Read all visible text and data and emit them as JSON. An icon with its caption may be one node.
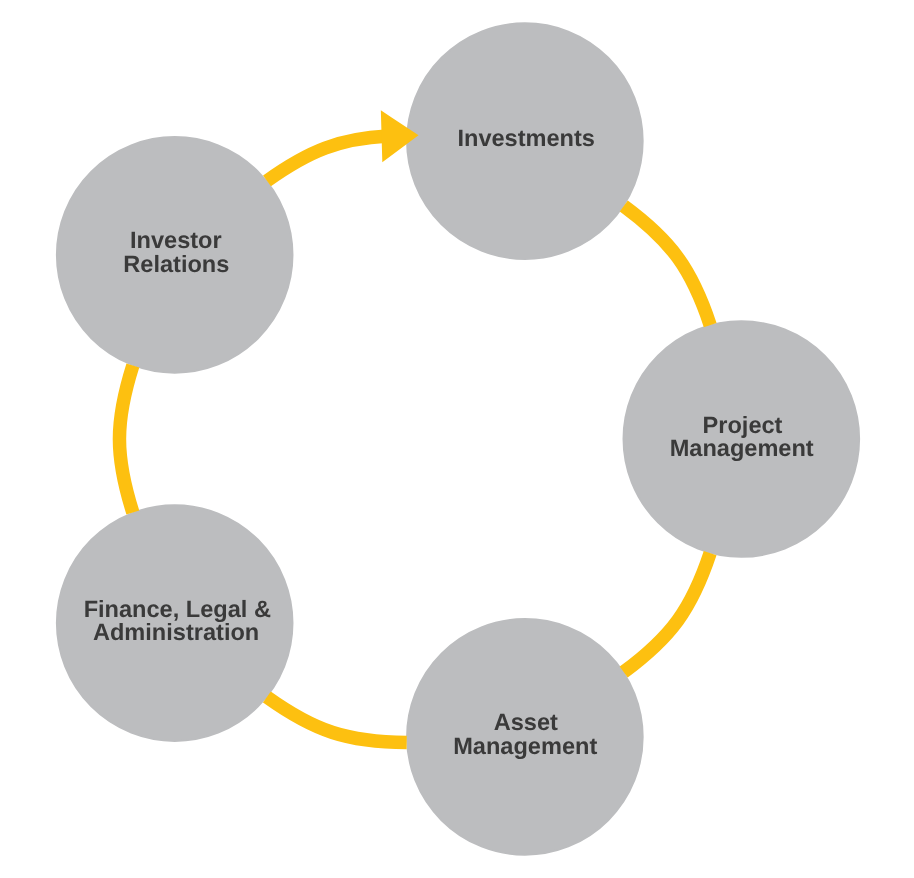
{
  "diagram": {
    "nodes": [
      {
        "text": [
          "Investments"
        ]
      },
      {
        "text": [
          "Project Management"
        ]
      },
      {
        "text": [
          "Asset Management"
        ]
      },
      {
        "text": [
          "Finance, Legal & Administration"
        ]
      },
      {
        "text": [
          "Investor Relations"
        ]
      }
    ],
    "edges": [
      {
        "from": 0,
        "to": 1,
        "arrow": "none"
      },
      {
        "from": 1,
        "to": 2,
        "arrow": "none"
      },
      {
        "from": 2,
        "to": 3,
        "arrow": "none"
      },
      {
        "from": 3,
        "to": 4,
        "arrow": "none"
      },
      {
        "from": 4,
        "to": 0,
        "arrow": "to"
      }
    ]
  }
}
